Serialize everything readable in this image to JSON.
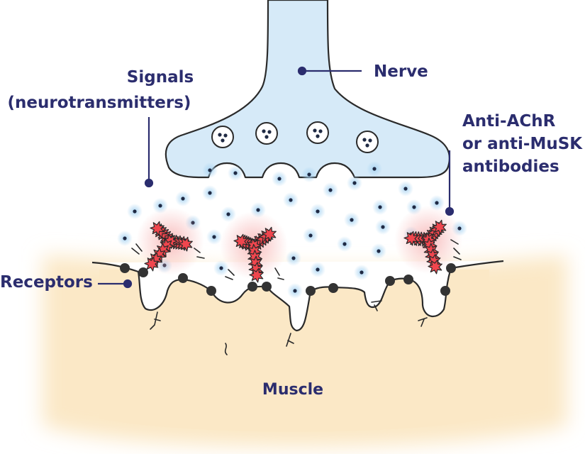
{
  "labels": {
    "nerve": "Nerve",
    "signals_line1": "Signals",
    "signals_line2": "(neurotransmitters)",
    "antibodies_line1": "Anti-AChR",
    "antibodies_line2": "or anti-MuSK",
    "antibodies_line3": "antibodies",
    "receptors": "Receptors",
    "muscle": "Muscle"
  },
  "colors": {
    "label": "#2b2d6e",
    "nerve_fill": "#d6eaf8",
    "muscle_fill": "#fbe8c6",
    "outline": "#2a2a2a",
    "receptor": "#333333",
    "antibody": "#f0464e",
    "antibody_glow": "#f7b6b6",
    "signal_glow": "#a9d4f2",
    "signal_dot": "#1f2a44"
  }
}
